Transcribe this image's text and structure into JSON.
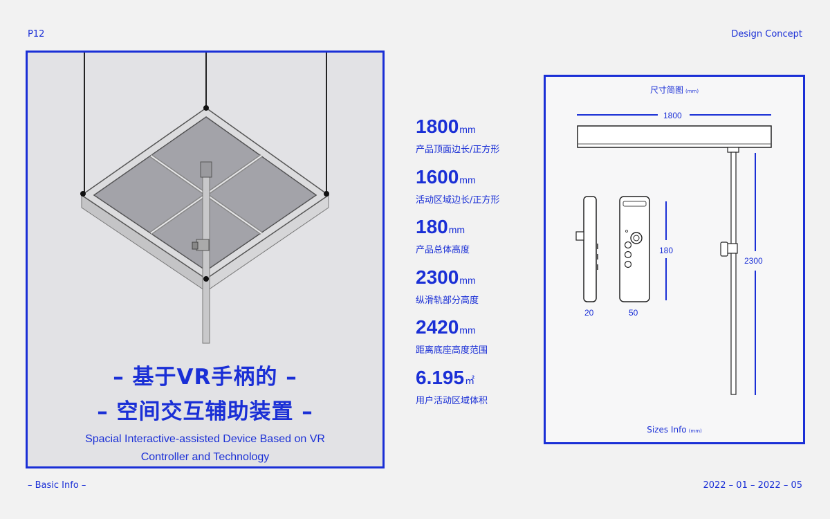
{
  "header": {
    "page": "P12",
    "section": "Design Concept"
  },
  "footer": {
    "left": "– Basic Info –",
    "right": "2022 – 01 – 2022 – 05"
  },
  "title": {
    "line1": "– 基于VR手柄的 –",
    "line2": "– 空间交互辅助装置 –",
    "en_line1": "Spacial Interactive-assisted Device Based on VR",
    "en_line2": "Controller and Technology"
  },
  "specs": [
    {
      "value": "1800",
      "unit": "mm",
      "label": "产品顶面边长/正方形"
    },
    {
      "value": "1600",
      "unit": "mm",
      "label": "活动区域边长/正方形"
    },
    {
      "value": "180",
      "unit": "mm",
      "label": "产品总体高度"
    },
    {
      "value": "2300",
      "unit": "mm",
      "label": "纵滑轨部分高度"
    },
    {
      "value": "2420",
      "unit": "mm",
      "label": "距离底座高度范围"
    },
    {
      "value": "6.195",
      "unit": "㎡",
      "label": "用户活动区域体积"
    }
  ],
  "dimensions": {
    "top_title": "尺寸简图",
    "top_unit": "(mm)",
    "bottom_title": "Sizes Info",
    "bottom_unit": "(mm)",
    "width": "1800",
    "height": "2300",
    "controller_height": "180",
    "side_width": "20",
    "front_width": "50"
  },
  "colors": {
    "accent": "#1a2fd6",
    "background": "#f2f2f2",
    "panel": "#e2e2e5"
  }
}
